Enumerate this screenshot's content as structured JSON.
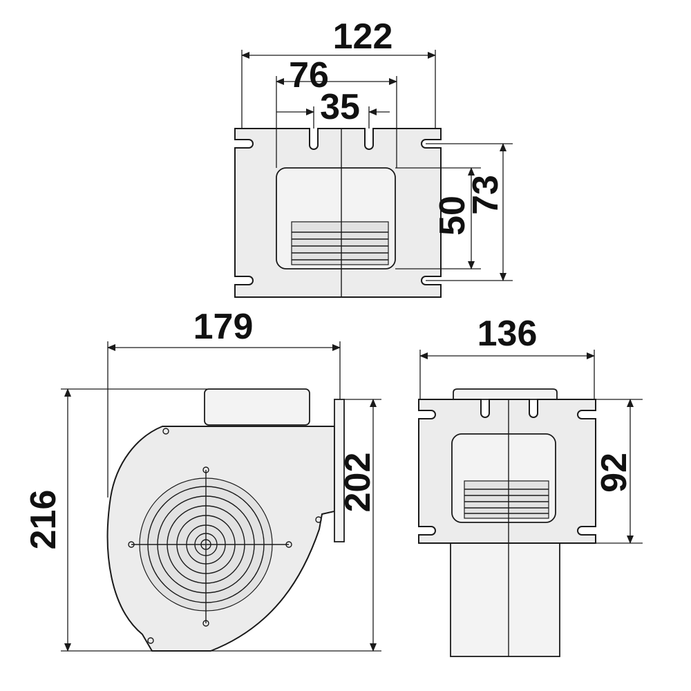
{
  "dimensions": {
    "top_view": {
      "overall_width": "122",
      "slot_outer_width": "76",
      "slot_inner_width": "35",
      "outlet_height": "50",
      "mount_height": "73"
    },
    "side_view": {
      "overall_width": "179",
      "overall_height": "216",
      "flange_height": "202"
    },
    "front_view": {
      "overall_width": "136",
      "mount_height": "92"
    }
  }
}
